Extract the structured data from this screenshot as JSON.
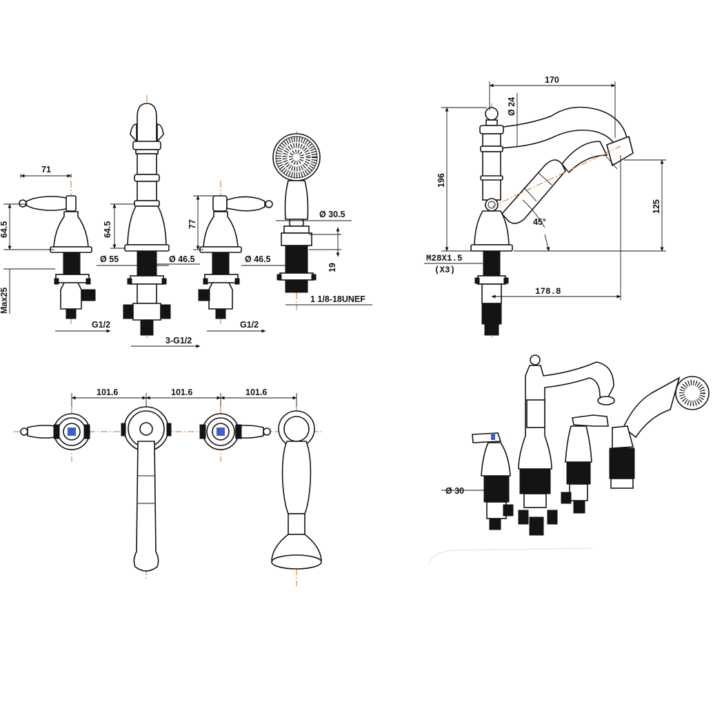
{
  "dimensions": {
    "lever_width": "71",
    "lever_height": "64.5",
    "max_thickness": "Max25",
    "thread_left": "G1/2",
    "spout_height": "64.5",
    "spout_base_dia": "Ø 55",
    "spout_body_dia": "Ø 46.5",
    "inlet_thread": "3-G1/2",
    "handle_height": "77",
    "handle_body_dia": "Ø 46.5",
    "thread_right": "G1/2",
    "shower_holder_dia": "Ø 30.5",
    "shower_gap": "19",
    "shower_thread": "1 1/8-18UNEF",
    "spacing_1": "101.6",
    "spacing_2": "101.6",
    "spacing_3": "101.6",
    "spout_reach": "170",
    "ball_dia": "Ø 24",
    "spout_total_height": "196",
    "outlet_height": "125",
    "angle": "45°",
    "stud_thread": "M28X1.5",
    "stud_qty": "(X3)",
    "overall_reach": "178.8",
    "deck_hole_dia": "Ø 30"
  }
}
